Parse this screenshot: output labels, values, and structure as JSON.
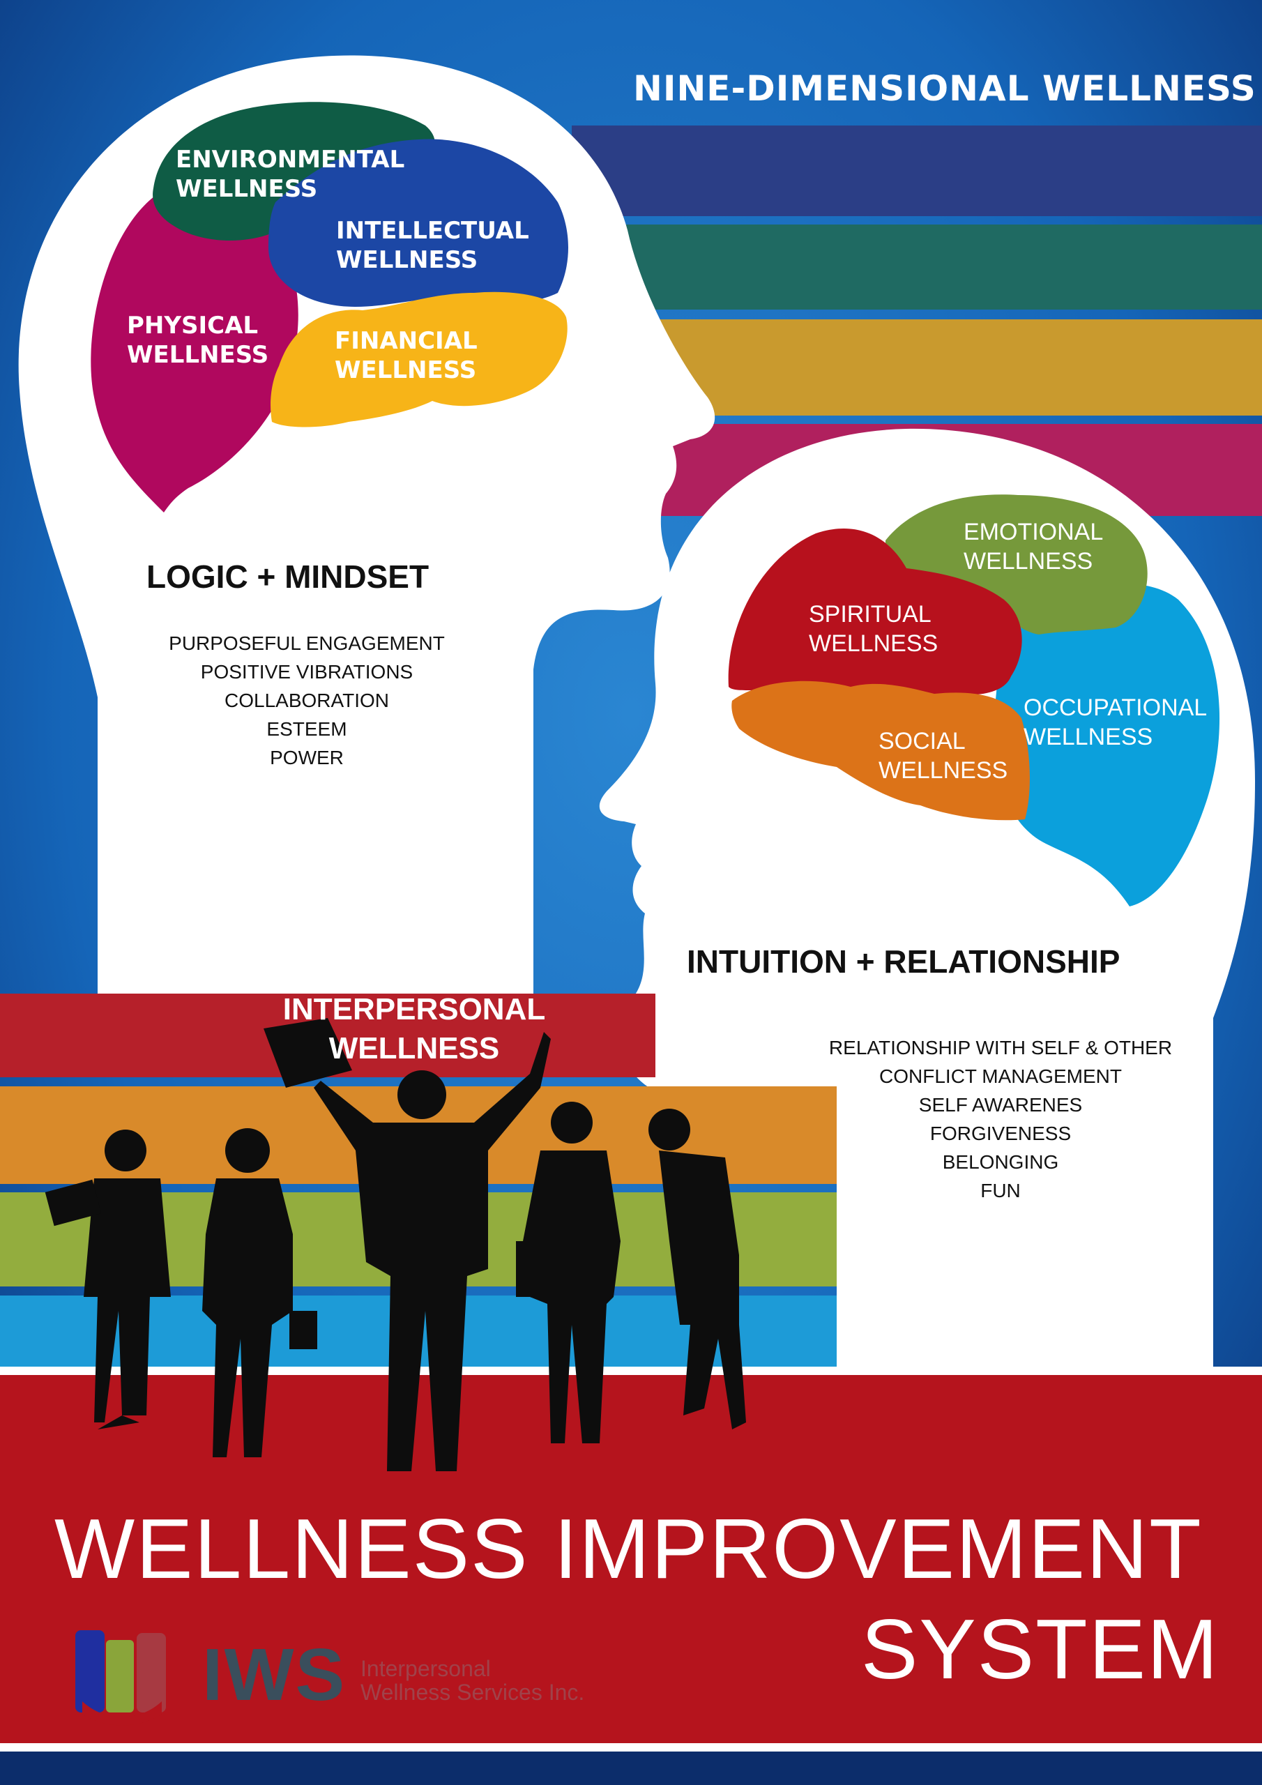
{
  "header": {
    "title": "NINE-DIMENSIONAL WELLNESS"
  },
  "left_head": {
    "lobes": [
      {
        "id": "environmental",
        "line1": "ENVIRONMENTAL",
        "line2": "WELLNESS",
        "color": "#0f5c45"
      },
      {
        "id": "intellectual",
        "line1": "INTELLECTUAL",
        "line2": "WELLNESS",
        "color": "#1c47a5"
      },
      {
        "id": "physical",
        "line1": "PHYSICAL",
        "line2": "WELLNESS",
        "color": "#b0085e"
      },
      {
        "id": "financial",
        "line1": "FINANCIAL",
        "line2": "WELLNESS",
        "color": "#f7b418"
      }
    ],
    "heading": "LOGIC + MINDSET",
    "items": [
      "PURPOSEFUL ENGAGEMENT",
      "POSITIVE VIBRATIONS",
      "COLLABORATION",
      "ESTEEM",
      "POWER"
    ]
  },
  "right_head": {
    "lobes": [
      {
        "id": "emotional",
        "line1": "EMOTIONAL",
        "line2": "WELLNESS",
        "color": "#76993b"
      },
      {
        "id": "spiritual",
        "line1": "SPIRITUAL",
        "line2": "WELLNESS",
        "color": "#b7111d"
      },
      {
        "id": "occupational",
        "line1": "OCCUPATIONAL",
        "line2": "WELLNESS",
        "color": "#0ba0dc"
      },
      {
        "id": "social",
        "line1": "SOCIAL",
        "line2": "WELLNESS",
        "color": "#dc7318"
      }
    ],
    "heading": "INTUITION + RELATIONSHIP",
    "items": [
      "RELATIONSHIP WITH SELF & OTHER",
      "CONFLICT MANAGEMENT",
      "SELF AWARENES",
      "FORGIVENESS",
      "BELONGING",
      "FUN"
    ]
  },
  "interpersonal": {
    "line1": "INTERPERSONAL",
    "line2": "WELLNESS"
  },
  "footer": {
    "title_line1": "WELLNESS IMPROVEMENT",
    "title_line2": "SYSTEM",
    "logo_name": "IWS",
    "logo_sub_line1": "Interpersonal",
    "logo_sub_line2": "Wellness Services Inc."
  },
  "colors": {
    "background_blue": "#1565b8",
    "navy": "#0c2d6b",
    "band_navy": "#2b3e86",
    "band_teal": "#1f6a62",
    "band_gold": "#c99a2e",
    "band_magenta": "#b0205e",
    "band_red": "#b6202a",
    "band_orange": "#d98a2a",
    "band_green": "#93ad3e",
    "band_blue": "#1d9bd7",
    "footer_red": "#b5141d"
  }
}
